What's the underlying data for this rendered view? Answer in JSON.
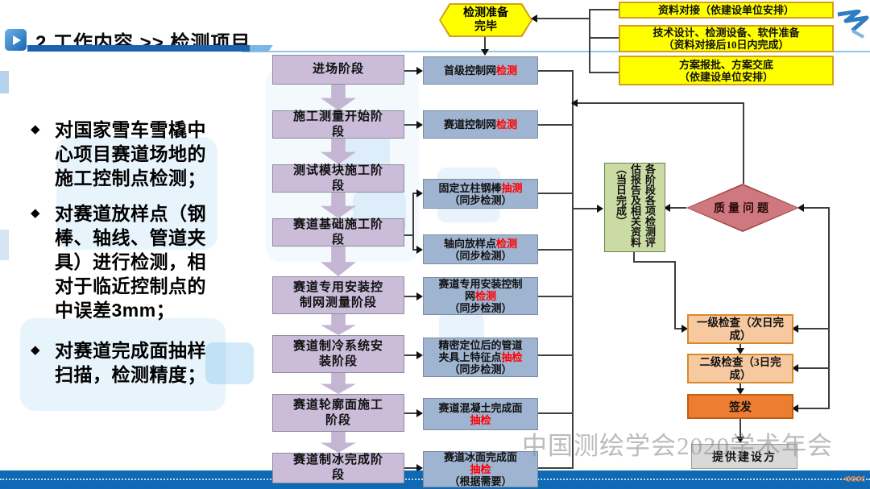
{
  "title": "2 工作内容 >> 检测项目",
  "bullets": [
    "对国家雪车雪橇中心项目赛道场地的施工控制点检测；",
    "对赛道放样点（钢棒、轴线、管道夹具）进行检测，相对于临近控制点的中误差3mm；",
    "对赛道完成面抽样扫描，检测精度；"
  ],
  "stages": [
    "进场阶段",
    "施工测量开始阶段",
    "测试模块施工阶段",
    "赛道基础施工阶段",
    "赛道专用安装控制网测量阶段",
    "赛道制冷系统安装阶段",
    "赛道轮廓面施工阶段",
    "赛道制冰完成阶段"
  ],
  "detections": [
    {
      "pre": "首级控制网",
      "red": "检测",
      "sub": ""
    },
    {
      "pre": "赛道控制网",
      "red": "检测",
      "sub": ""
    },
    {
      "pre": "固定立柱钢棒",
      "red": "抽测",
      "sub": "（同步检测）"
    },
    {
      "pre": "轴向放样点",
      "red": "检测",
      "sub": "（同步检测）"
    },
    {
      "pre": "赛道专用安装控制网",
      "red": "检测",
      "sub": "（同步检测）"
    },
    {
      "pre": "精密定位后的管道夹具上特征点",
      "red": "抽检",
      "sub": "（同步检测）"
    },
    {
      "pre": "赛道混凝土完成面",
      "red": "抽检",
      "sub": ""
    },
    {
      "pre": "赛道冰面完成面",
      "red": "抽检",
      "sub": "（根据需要）"
    }
  ],
  "prep_hexagon": {
    "line1": "检测准备",
    "line2": "完毕"
  },
  "prep_boxes": [
    {
      "line1": "资料对接（依建设单位安排）",
      "line2": ""
    },
    {
      "line1": "技术设计、检测设备、软件准备",
      "line2": "（资料对接后10日内完成）"
    },
    {
      "line1": "方案报批、方案交底",
      "line2": "（依建设单位安排）"
    }
  ],
  "report_box": "各阶段各项检测评估报告及相关资料（当日完成）",
  "decision_diamond": "质量问题",
  "review_boxes": [
    "一级检查（次日完成）",
    "二级检查（3日完成）"
  ],
  "issue_box": "签发",
  "deliver_box": "提供建设方",
  "watermark": "中国测绘学会2020学术年会",
  "footer_chevrons": "<<<<",
  "colors": {
    "stage_fill": "#cbbdd9",
    "detect_fill": "#9fb4d0",
    "accent_red": "#ff0000",
    "prep_fill": "#ffff00",
    "prep_border": "#d4a017",
    "report_fill": "#cbdba4",
    "diamond_fill": "#d0787f",
    "review_fill": "#f6c9a0",
    "issue_fill": "#ed7d31",
    "deliver_fill": "#d9d9d9",
    "footer_bar": "#0f69b4",
    "title_underline": "#1b63ae"
  }
}
